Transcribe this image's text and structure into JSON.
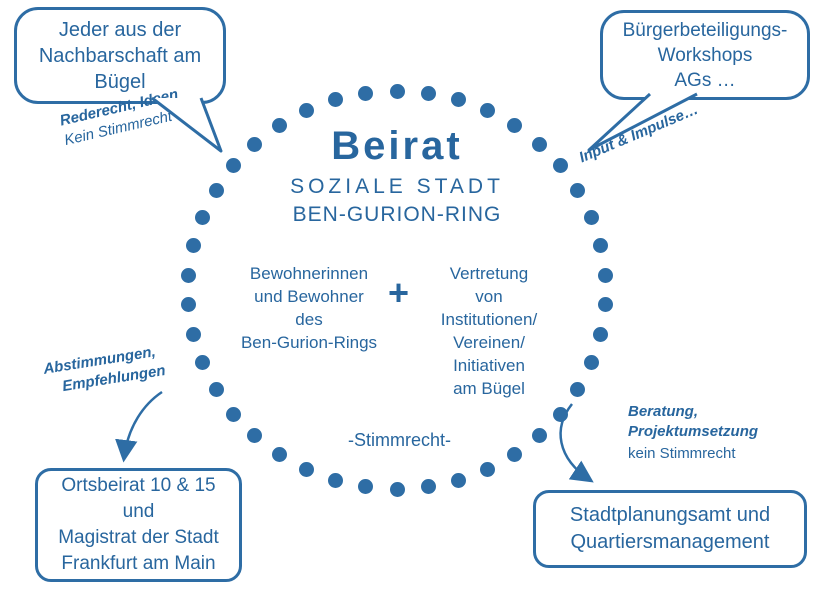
{
  "colors": {
    "blue": "#28669e",
    "border_blue": "#2e6da5"
  },
  "circle": {
    "title": "Beirat",
    "subtitle1": "SOZIALE STADT",
    "subtitle2": "BEN-GURION-RING",
    "left_group": "Bewohnerinnen\nund Bewohner\ndes\nBen-Gurion-Rings",
    "plus": "+",
    "right_group": "Vertretung\nvon\nInstitutionen/\nVereinen/\nInitiativen\nam Bügel",
    "bottom_label": "-Stimmrecht-"
  },
  "bubbles": {
    "top_left": {
      "text": "Jeder aus der\nNachbarschaft am\nBügel"
    },
    "top_right": {
      "text": "Bürgerbeteiligungs-\nWorkshops\nAGs …"
    }
  },
  "boxes": {
    "bottom_left": {
      "text": "Ortsbeirat 10 & 15\nund\nMagistrat der Stadt\nFrankfurt am Main"
    },
    "bottom_right": {
      "text": "Stadtplanungsamt und\nQuartiersmanagement"
    }
  },
  "annotations": {
    "top_left_bold": "Rederecht, Ideen",
    "top_left_regular": "Kein Stimmrecht",
    "top_right": "Input & Impulse…",
    "bottom_left_line1": "Abstimmungen,",
    "bottom_left_line2": "Empfehlungen",
    "bottom_right_bold1": "Beratung,",
    "bottom_right_bold2": "Projektumsetzung",
    "bottom_right_regular": "kein Stimmrecht"
  }
}
